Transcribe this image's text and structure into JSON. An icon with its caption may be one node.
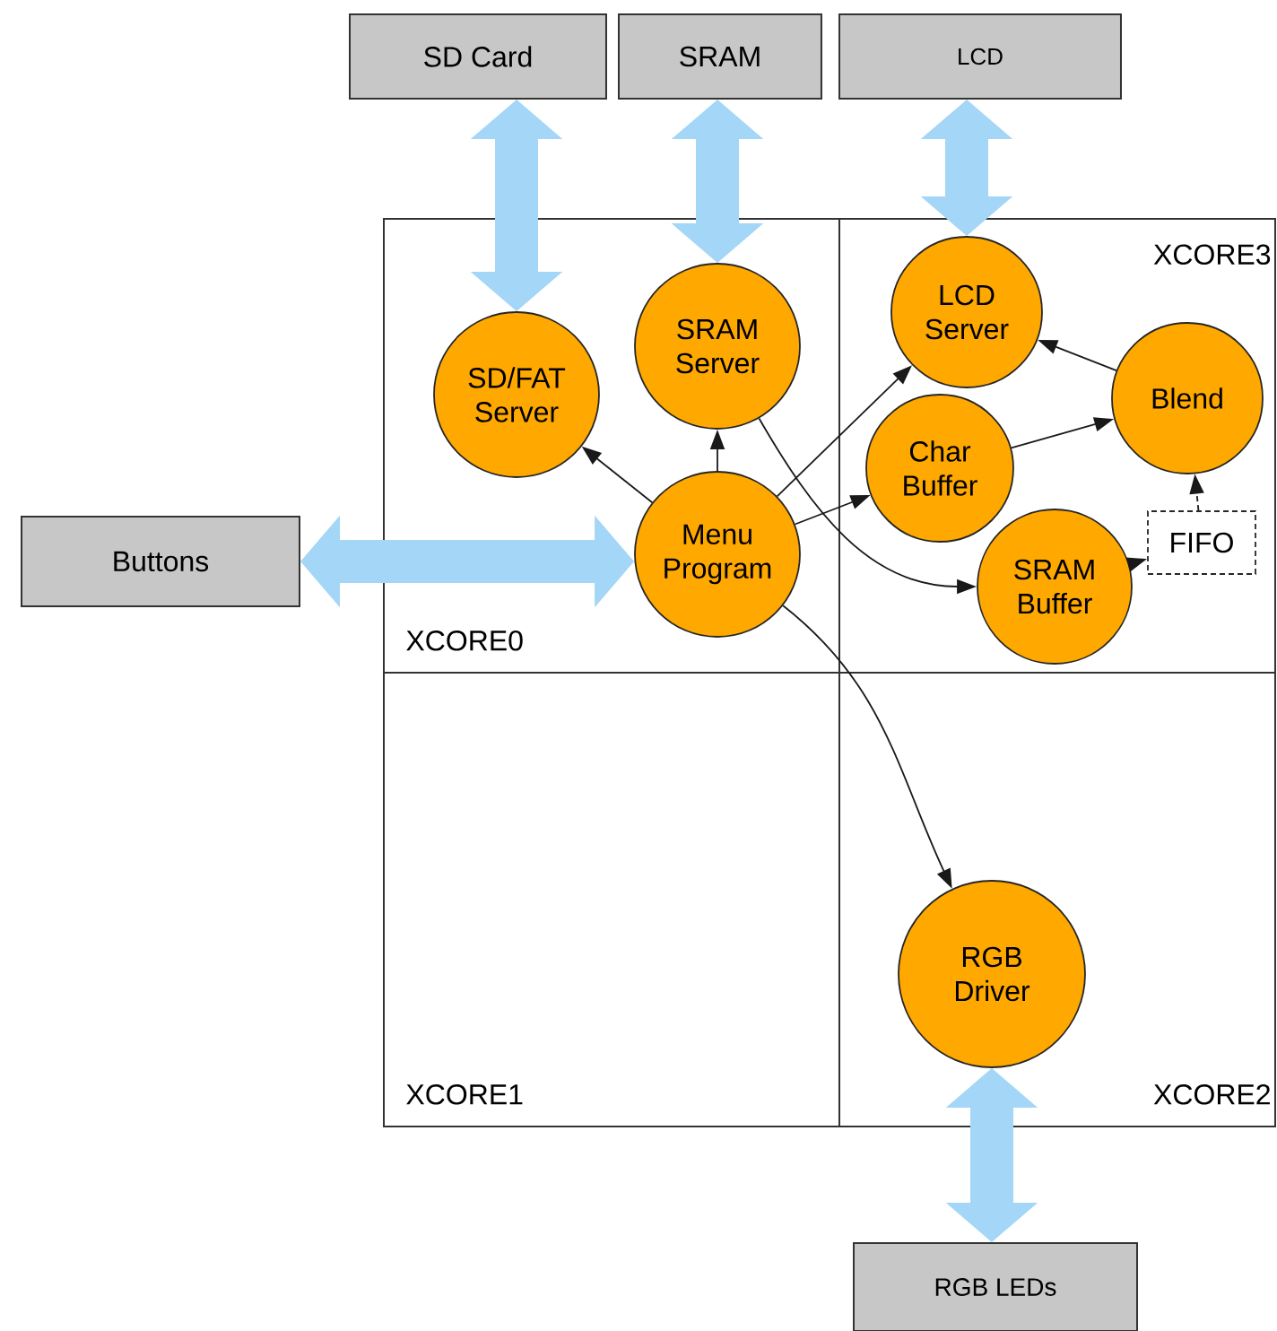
{
  "diagram": {
    "nodes": [
      {
        "text": [
          "SD Card"
        ]
      },
      {
        "text": [
          "SRAM"
        ]
      },
      {
        "text": [
          "LCD"
        ]
      },
      {
        "text": [
          "XCORE0"
        ]
      },
      {
        "text": [
          "XCORE3"
        ]
      },
      {
        "text": [
          "SD/FAT Server"
        ],
        "in": 3
      },
      {
        "text": [
          "SRAM Server"
        ],
        "in": 3
      },
      {
        "text": [
          "LCD Server"
        ],
        "in": 4
      },
      {
        "text": [
          "Blend"
        ],
        "in": 4
      },
      {
        "text": [
          "Char Buffer"
        ],
        "in": 4
      },
      {
        "text": [
          "Buttons"
        ]
      },
      {
        "text": [
          "Menu Program"
        ],
        "in": 3
      },
      {
        "text": [
          "SRAM Buffer"
        ],
        "in": 4
      },
      {
        "text": [
          "FIFO"
        ],
        "in": 4
      },
      {
        "text": [
          "XCORE1"
        ]
      },
      {
        "text": [
          "XCORE2"
        ]
      },
      {
        "text": [
          "RGB Driver"
        ],
        "in": 15
      },
      {
        "text": [
          "RGB LEDs"
        ]
      }
    ],
    "edges": [
      {
        "from": 0,
        "to": 5,
        "arrow": "both",
        "style": "thick",
        "color": "#a3d6f7"
      },
      {
        "from": 1,
        "to": 6,
        "arrow": "both",
        "style": "thick",
        "color": "#a3d6f7"
      },
      {
        "from": 2,
        "to": 7,
        "arrow": "both",
        "style": "thick",
        "color": "#a3d6f7"
      },
      {
        "from": 10,
        "to": 11,
        "arrow": "both",
        "style": "thick",
        "color": "#a3d6f7"
      },
      {
        "from": 16,
        "to": 17,
        "arrow": "both",
        "style": "thick",
        "color": "#a3d6f7"
      },
      {
        "from": 11,
        "to": 5,
        "arrow": "to"
      },
      {
        "from": 11,
        "to": 6,
        "arrow": "to"
      },
      {
        "from": 11,
        "to": 7,
        "arrow": "to"
      },
      {
        "from": 11,
        "to": 9,
        "arrow": "to"
      },
      {
        "from": 11,
        "to": 16,
        "arrow": "to"
      },
      {
        "from": 6,
        "to": 12,
        "arrow": "to"
      },
      {
        "from": 9,
        "to": 8,
        "arrow": "to"
      },
      {
        "from": 8,
        "to": 7,
        "arrow": "to"
      },
      {
        "from": 12,
        "to": 13,
        "arrow": "to",
        "style": "dashed"
      },
      {
        "from": 13,
        "to": 8,
        "arrow": "to",
        "style": "dashed"
      }
    ]
  }
}
